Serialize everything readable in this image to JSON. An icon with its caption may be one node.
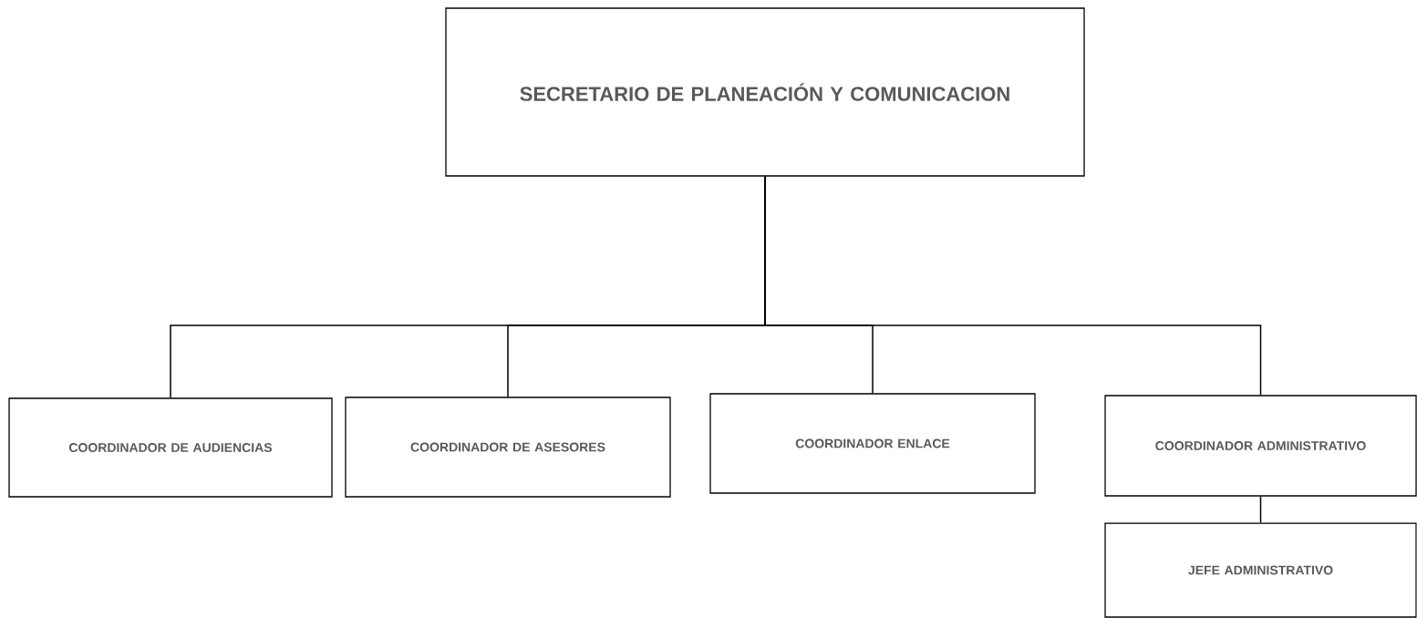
{
  "diagram": {
    "nodes": [
      {
        "text": [
          "SECRETARIO DE PLANEACIÓN Y COMUNICACION"
        ]
      },
      {
        "text": [
          "COORDINADOR DE AUDIENCIAS"
        ]
      },
      {
        "text": [
          "COORDINADOR DE ASESORES"
        ]
      },
      {
        "text": [
          "COORDINADOR ENLACE"
        ]
      },
      {
        "text": [
          "COORDINADOR ADMINISTRATIVO"
        ]
      },
      {
        "text": [
          "JEFE ADMINISTRATIVO"
        ]
      }
    ],
    "edges": [
      {
        "from": 0,
        "to": 1,
        "arrow": "none"
      },
      {
        "from": 0,
        "to": 2,
        "arrow": "none"
      },
      {
        "from": 0,
        "to": 3,
        "arrow": "none"
      },
      {
        "from": 0,
        "to": 4,
        "arrow": "none"
      },
      {
        "from": 4,
        "to": 5,
        "arrow": "none"
      }
    ]
  }
}
